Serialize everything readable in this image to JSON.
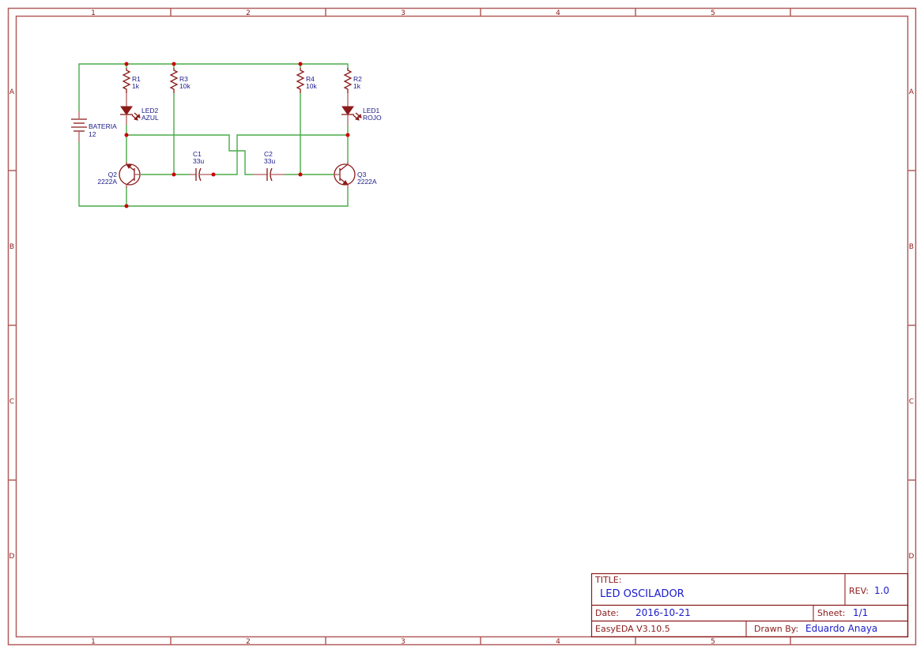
{
  "sheet": {
    "columns": [
      "1",
      "2",
      "3",
      "4",
      "5"
    ],
    "rows": [
      "A",
      "B",
      "C",
      "D"
    ]
  },
  "components": {
    "R1": {
      "ref": "R1",
      "value": "1k"
    },
    "R2": {
      "ref": "R2",
      "value": "1k"
    },
    "R3": {
      "ref": "R3",
      "value": "10k"
    },
    "R4": {
      "ref": "R4",
      "value": "10k"
    },
    "LED1": {
      "ref": "LED1",
      "value": "ROJO"
    },
    "LED2": {
      "ref": "LED2",
      "value": "AZUL"
    },
    "C1": {
      "ref": "C1",
      "value": "33u"
    },
    "C2": {
      "ref": "C2",
      "value": "33u"
    },
    "Q2": {
      "ref": "Q2",
      "value": "2222A"
    },
    "Q3": {
      "ref": "Q3",
      "value": "2222A"
    },
    "BAT": {
      "ref": "BATERIA",
      "value": "12"
    }
  },
  "title_block": {
    "title_label": "TITLE:",
    "title": "LED OSCILADOR",
    "rev_label": "REV:",
    "rev": "1.0",
    "date_label": "Date:",
    "date": "2016-10-21",
    "sheet_label": "Sheet:",
    "sheet": "1/1",
    "software": "EasyEDA V3.10.5",
    "drawn_by_label": "Drawn By:",
    "drawn_by": "Eduardo Anaya"
  },
  "colors": {
    "frame": "#b35c5c",
    "wire": "#4aab4a",
    "symbol": "#8b1a1a",
    "junction": "#cc0000",
    "ref_text": "#1a1a8b",
    "title_value": "#1a1acc"
  }
}
